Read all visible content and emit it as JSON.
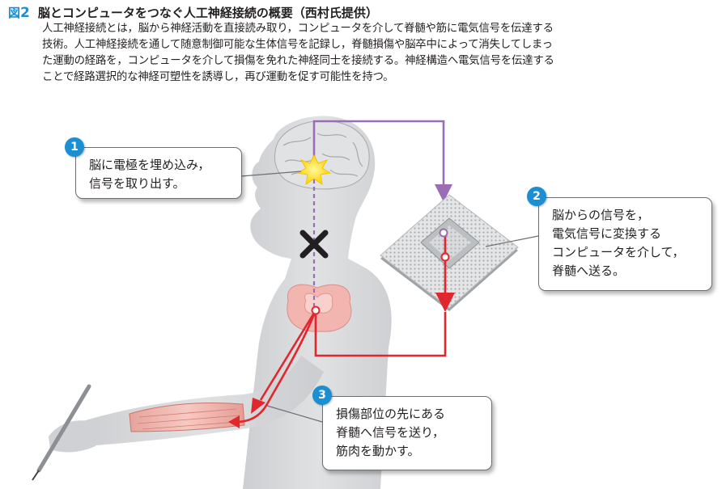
{
  "figure": {
    "label": "図",
    "number": "2",
    "title": "脳とコンピュータをつなぐ人工神経接続の概要（西村氏提供）",
    "caption_lines": [
      "人工神経接続とは，脳から神経活動を直接読み取り，コンピュータを介して脊髄や筋に電気信号を伝達する",
      "技術。人工神経接続を通して随意制御可能な生体信号を記録し，脊髄損傷や脳卒中によって消失してしまっ",
      "た運動の経路を，コンピュータを介して損傷を免れた神経同士を接続する。神経構造へ電気信号を伝達する",
      "ことで経路選択的な神経可塑性を誘導し，再び運動を促す可能性を持つ。"
    ]
  },
  "callouts": [
    {
      "number": "1",
      "lines": [
        "脳に電極を埋め込み，",
        "信号を取り出す。"
      ]
    },
    {
      "number": "2",
      "lines": [
        "脳からの信号を，",
        "電気信号に変換する",
        "コンピュータを介して，",
        "脊髄へ送る。"
      ]
    },
    {
      "number": "3",
      "lines": [
        "損傷部位の先にある",
        "脊髄へ信号を送り，",
        "筋肉を動かす。"
      ]
    }
  ],
  "colors": {
    "accent_blue": "#1b8fd1",
    "brain_signal_purple": "#9b6db5",
    "stimulation_red": "#e2262d",
    "injury_mark": "#231f20",
    "body_silhouette": "#d3d5d8",
    "spinal_cord": "#f0a9a5"
  }
}
